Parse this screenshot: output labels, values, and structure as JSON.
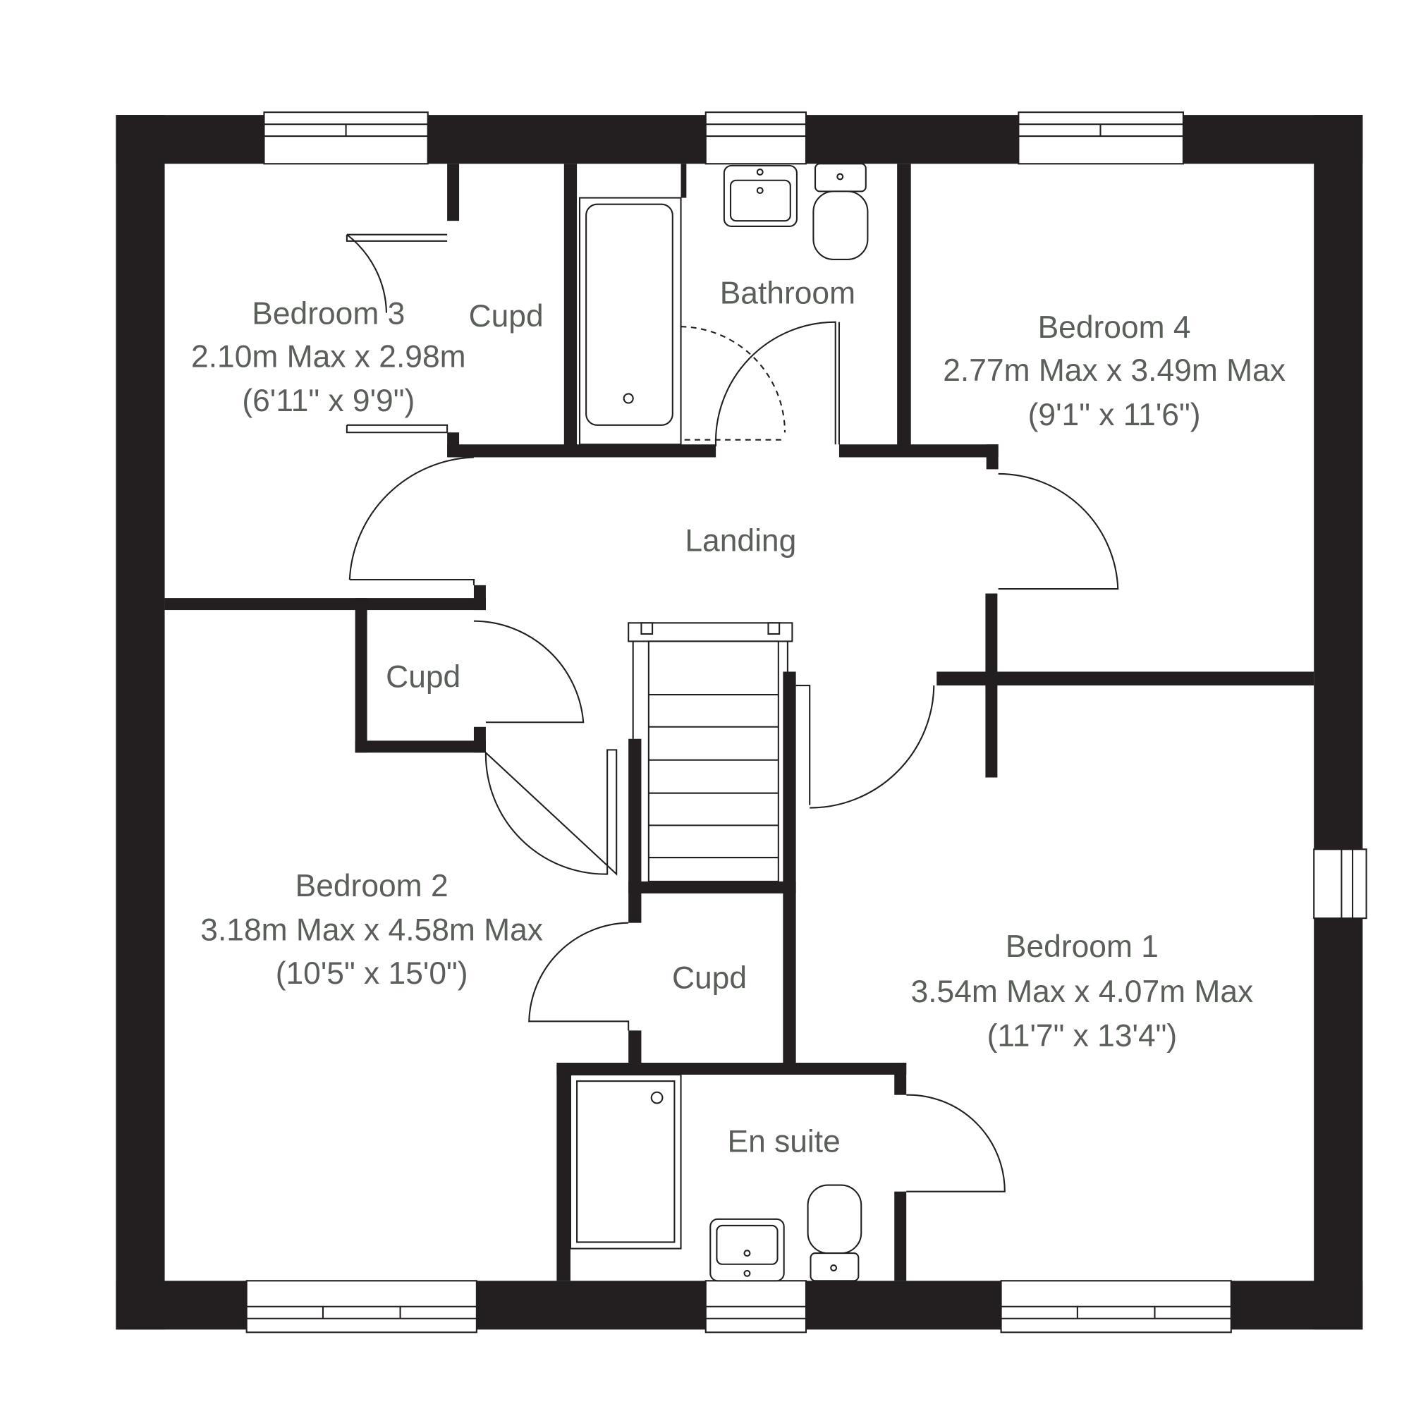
{
  "floorplan": {
    "colors": {
      "wall": "#231f20",
      "text": "#5a5f5a",
      "background": "#ffffff"
    },
    "rooms": {
      "bedroom3": {
        "name": "Bedroom 3",
        "metric": "2.10m Max x 2.98m",
        "imperial": "(6'11\" x 9'9\")"
      },
      "cupd_bed3": {
        "name": "Cupd"
      },
      "bathroom": {
        "name": "Bathroom"
      },
      "bedroom4": {
        "name": "Bedroom 4",
        "metric": "2.77m Max x 3.49m Max",
        "imperial": "(9'1\" x 11'6\")"
      },
      "landing": {
        "name": "Landing"
      },
      "cupd_bed2": {
        "name": "Cupd"
      },
      "bedroom2": {
        "name": "Bedroom 2",
        "metric": "3.18m Max x 4.58m Max",
        "imperial": "(10'5\" x 15'0\")"
      },
      "cupd_landing": {
        "name": "Cupd"
      },
      "bedroom1": {
        "name": "Bedroom 1",
        "metric": "3.54m Max x 4.07m Max",
        "imperial": "(11'7\" x 13'4\")"
      },
      "en_suite": {
        "name": "En suite"
      }
    }
  }
}
